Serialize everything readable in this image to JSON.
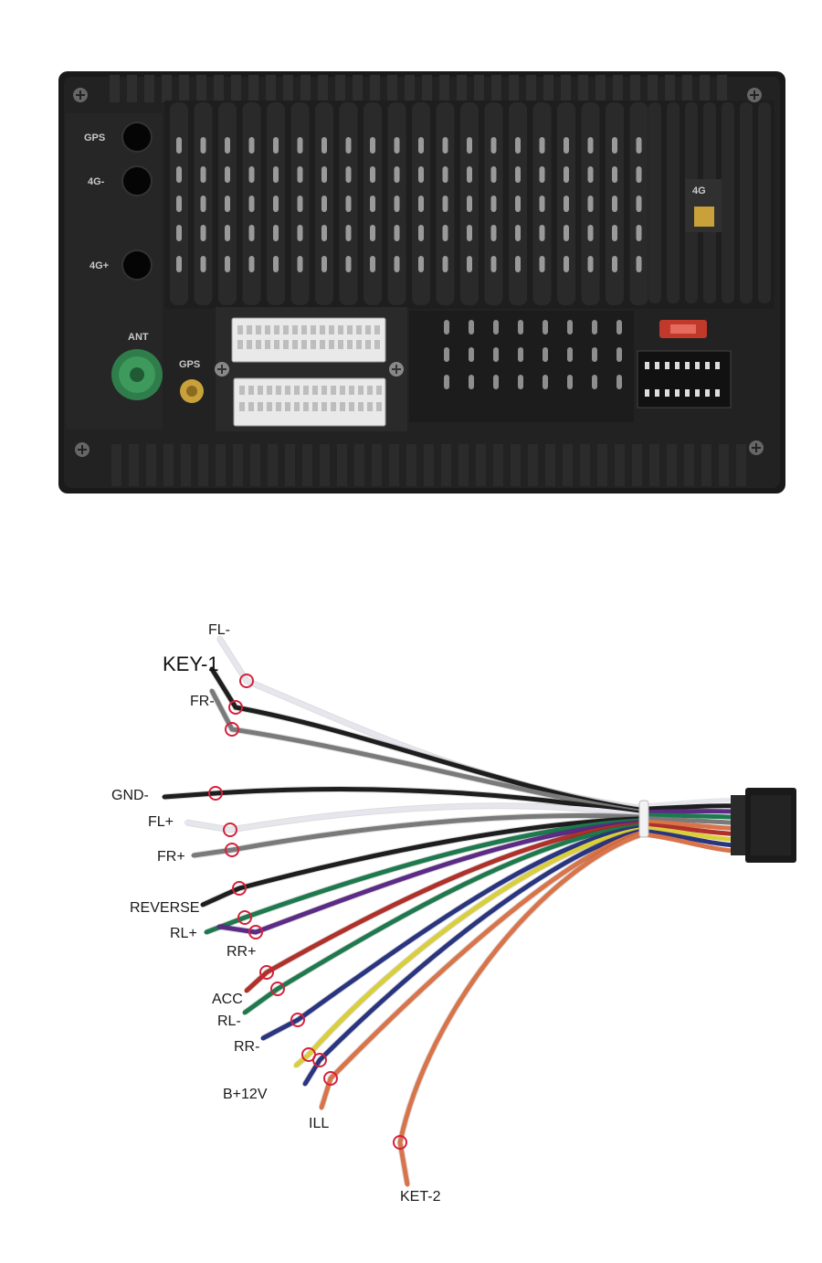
{
  "unit_port_labels": {
    "gps_top": "GPS",
    "g4_minus": "4G-",
    "g4_plus": "4G+",
    "ant": "ANT",
    "gps_bottom": "GPS",
    "g4_right": "4G"
  },
  "wire_labels": {
    "fl_minus": "FL-",
    "key_1": "KEY-1",
    "fr_minus": "FR-",
    "gnd_minus": "GND-",
    "fl_plus": "FL+",
    "fr_plus": "FR+",
    "reverse": "REVERSE",
    "rl_plus": "RL+",
    "rr_plus": "RR+",
    "acc": "ACC",
    "rl_minus": "RL-",
    "rr_minus": "RR-",
    "b_plus_12v": "B+12V",
    "ill": "ILL",
    "ket_2": "KET-2"
  },
  "colors": {
    "unit_body": "#1b1b1b",
    "ant_port": "#2f7d4a",
    "gps_port": "#c8a13a",
    "fuse": "#c0392b",
    "marker_circle": "#d4213b",
    "wire_black": "#1e1e1e",
    "wire_white": "#e6e6ee",
    "wire_gray": "#7a7a7a",
    "wire_green": "#1e7a4e",
    "wire_purple": "#5b2b86",
    "wire_red": "#b0302a",
    "wire_yellow": "#d9cf3b",
    "wire_blue": "#2a3580",
    "wire_orange": "#d9744a"
  }
}
